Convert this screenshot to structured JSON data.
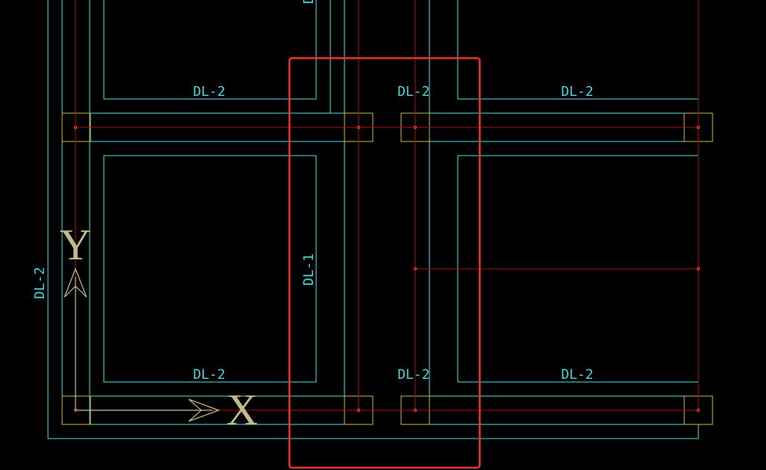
{
  "colors": {
    "background": "#000000",
    "wall_outline": "#4fd7d9",
    "axis_line": "#a11414",
    "footing": "#c9b53e",
    "selection_box": "#e8352a",
    "ucs_icon": "#c2b98c",
    "node_marker": "#ff3b3b"
  },
  "labels": {
    "top_left": "DL-2",
    "top_mid": "DL-2",
    "top_right": "DL-2",
    "bottom_left": "DL-2",
    "bottom_mid": "DL-2",
    "bottom_right": "DL-2",
    "vertical_left": "DL-2",
    "vertical_mid": "DL-1",
    "vertical_top_clip": "D"
  },
  "ucs": {
    "x_label": "X",
    "y_label": "Y"
  }
}
